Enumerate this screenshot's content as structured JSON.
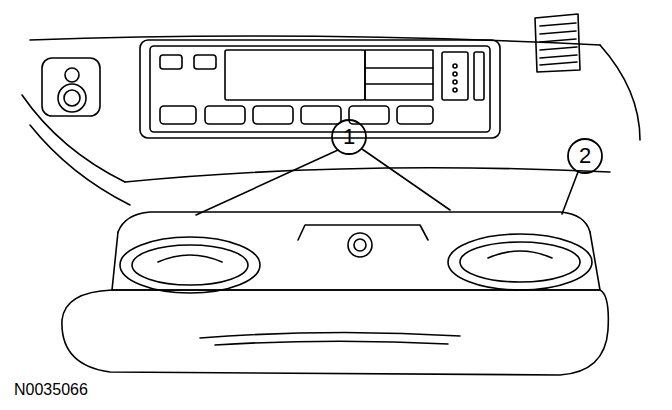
{
  "diagram": {
    "labels": [
      "1",
      "2",
      "N0035066"
    ]
  }
}
